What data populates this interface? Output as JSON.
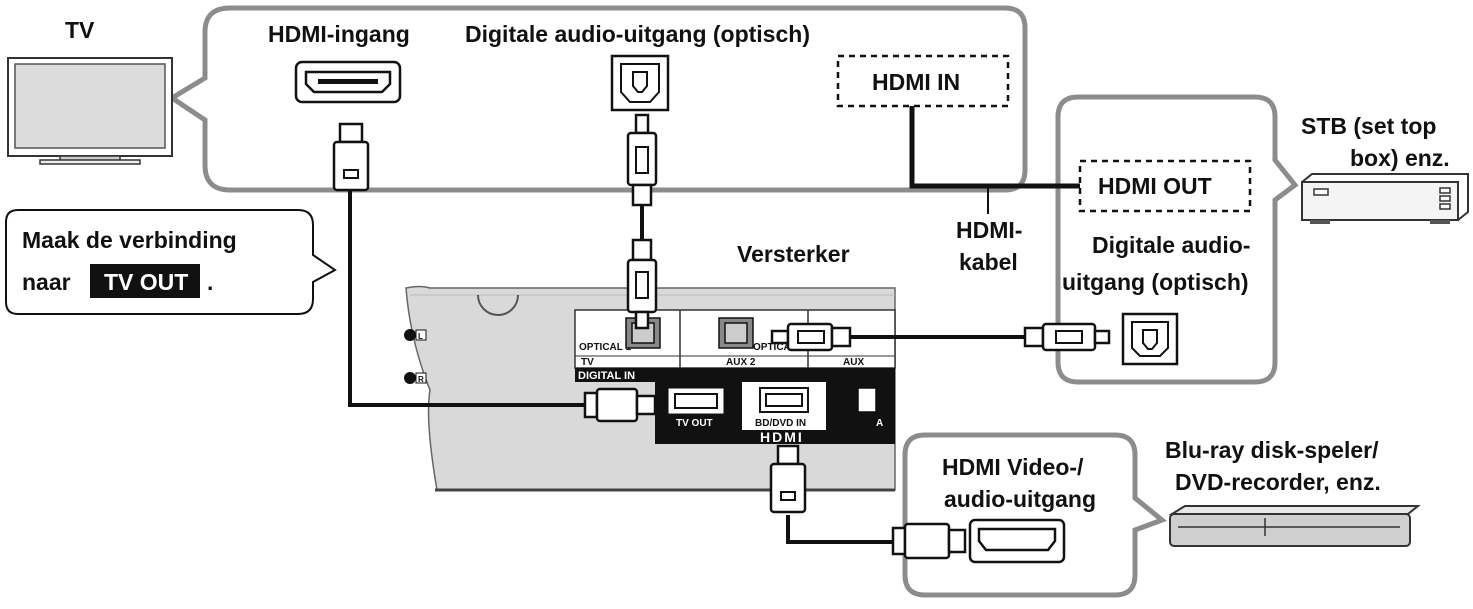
{
  "labels": {
    "tv": "TV",
    "hdmi_ingang": "HDMI-ingang",
    "digital_audio_out_tv": "Digitale audio-uitgang (optisch)",
    "hdmi_in_tv": "HDMI IN",
    "stb_line1": "STB (set top",
    "stb_line2": "box) enz.",
    "hdmi_out_stb": "HDMI OUT",
    "hdmi_cable_line1": "HDMI-",
    "hdmi_cable_line2": "kabel",
    "stb_digital_line1": "Digitale audio-",
    "stb_digital_line2": "uitgang (optisch)",
    "instruction_line1": "Maak de verbinding",
    "instruction_pre": "naar",
    "instruction_badge": "TV OUT",
    "instruction_post": ".",
    "amplifier": "Versterker",
    "bd_hdmi_line1": "HDMI Video-/",
    "bd_hdmi_line2": "audio-uitgang",
    "bd_line1": "Blu-ray disk-speler/",
    "bd_line2": "DVD-recorder, enz."
  },
  "amp_panel": {
    "optical1": "OPTICAL 1",
    "tv": "TV",
    "optical2": "OPTICAL",
    "aux2": "AUX 2",
    "aux": "AUX",
    "digital_in": "DIGITAL IN",
    "tv_out": "TV OUT",
    "bd_dvd_in": "BD/DVD IN",
    "hdmi_logo": "HDMI",
    "ch_l": "L",
    "ch_r": "R",
    "a_partial": "A"
  }
}
